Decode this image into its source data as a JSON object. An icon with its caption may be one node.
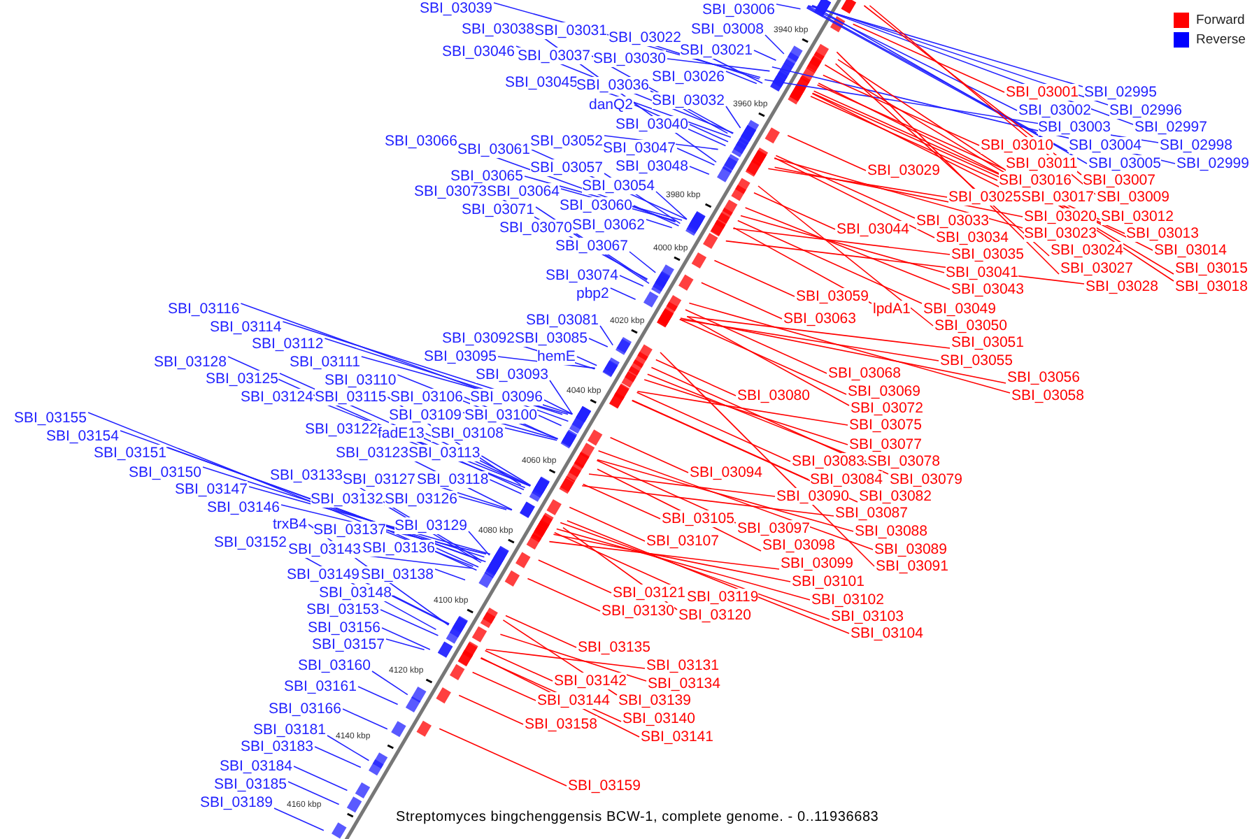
{
  "diagram": {
    "caption": "Streptomyces bingchenggensis BCW-1, complete genome. - 0..11936683",
    "nodes": [
      {
        "text": [
          "SBI_03039"
        ]
      },
      {
        "text": [
          "SBI_03038"
        ]
      },
      {
        "text": [
          "SBI_03031"
        ]
      },
      {
        "text": [
          "SBI_03022"
        ]
      },
      {
        "text": [
          "SBI_03006"
        ]
      },
      {
        "text": [
          "SBI_03008"
        ]
      },
      {
        "text": [
          "SBI_03021"
        ]
      },
      {
        "text": [
          "SBI_03046"
        ]
      },
      {
        "text": [
          "SBI_03037"
        ]
      },
      {
        "text": [
          "SBI_03030"
        ]
      },
      {
        "text": [
          "SBI_03026"
        ]
      },
      {
        "text": [
          "SBI_03045"
        ]
      },
      {
        "text": [
          "SBI_03036"
        ]
      },
      {
        "text": [
          "danQ2"
        ]
      },
      {
        "text": [
          "SBI_03032"
        ]
      },
      {
        "text": [
          "SBI_03040"
        ]
      },
      {
        "text": [
          "SBI_03066"
        ]
      },
      {
        "text": [
          "SBI_03061"
        ]
      },
      {
        "text": [
          "SBI_03052"
        ]
      },
      {
        "text": [
          "SBI_03047"
        ]
      },
      {
        "text": [
          "SBI_03048"
        ]
      },
      {
        "text": [
          "SBI_03057"
        ]
      },
      {
        "text": [
          "SBI_03065"
        ]
      },
      {
        "text": [
          "SBI_03054"
        ]
      },
      {
        "text": [
          "SBI_03073"
        ]
      },
      {
        "text": [
          "SBI_03064"
        ]
      },
      {
        "text": [
          "SBI_03060"
        ]
      },
      {
        "text": [
          "SBI_03071"
        ]
      },
      {
        "text": [
          "SBI_03062"
        ]
      },
      {
        "text": [
          "SBI_03070"
        ]
      },
      {
        "text": [
          "SBI_03067"
        ]
      },
      {
        "text": [
          "SBI_03074"
        ]
      },
      {
        "text": [
          "pbp2"
        ]
      },
      {
        "text": [
          "SBI_03081"
        ]
      },
      {
        "text": [
          "SBI_03092"
        ]
      },
      {
        "text": [
          "SBI_03085"
        ]
      },
      {
        "text": [
          "hemE"
        ]
      },
      {
        "text": [
          "SBI_03095"
        ]
      },
      {
        "text": [
          "SBI_03093"
        ]
      },
      {
        "text": [
          "SBI_03116"
        ]
      },
      {
        "text": [
          "SBI_03114"
        ]
      },
      {
        "text": [
          "SBI_03112"
        ]
      },
      {
        "text": [
          "SBI_03111"
        ]
      },
      {
        "text": [
          "SBI_03128"
        ]
      },
      {
        "text": [
          "SBI_03125"
        ]
      },
      {
        "text": [
          "SBI_03110"
        ]
      },
      {
        "text": [
          "SBI_03124"
        ]
      },
      {
        "text": [
          "SBI_03115"
        ]
      },
      {
        "text": [
          "SBI_03106"
        ]
      },
      {
        "text": [
          "SBI_03096"
        ]
      },
      {
        "text": [
          "SBI_03109"
        ]
      },
      {
        "text": [
          "SBI_03100"
        ]
      },
      {
        "text": [
          "SBI_03122"
        ]
      },
      {
        "text": [
          "fadE13"
        ]
      },
      {
        "text": [
          "SBI_03108"
        ]
      },
      {
        "text": [
          "SBI_03123"
        ]
      },
      {
        "text": [
          "SBI_03113"
        ]
      },
      {
        "text": [
          "SBI_03155"
        ]
      },
      {
        "text": [
          "SBI_03154"
        ]
      },
      {
        "text": [
          "SBI_03151"
        ]
      },
      {
        "text": [
          "SBI_03150"
        ]
      },
      {
        "text": [
          "SBI_03133"
        ]
      },
      {
        "text": [
          "SBI_03127"
        ]
      },
      {
        "text": [
          "SBI_03118"
        ]
      },
      {
        "text": [
          "SBI_03147"
        ]
      },
      {
        "text": [
          "SBI_03132"
        ]
      },
      {
        "text": [
          "SBI_03126"
        ]
      },
      {
        "text": [
          "SBI_03146"
        ]
      },
      {
        "text": [
          "trxB4"
        ]
      },
      {
        "text": [
          "SBI_03137"
        ]
      },
      {
        "text": [
          "SBI_03129"
        ]
      },
      {
        "text": [
          "SBI_03152"
        ]
      },
      {
        "text": [
          "SBI_03143"
        ]
      },
      {
        "text": [
          "SBI_03136"
        ]
      },
      {
        "text": [
          "SBI_03149"
        ]
      },
      {
        "text": [
          "SBI_03138"
        ]
      },
      {
        "text": [
          "SBI_03148"
        ]
      },
      {
        "text": [
          "SBI_03153"
        ]
      },
      {
        "text": [
          "SBI_03156"
        ]
      },
      {
        "text": [
          "SBI_03157"
        ]
      },
      {
        "text": [
          "SBI_03160"
        ]
      },
      {
        "text": [
          "SBI_03161"
        ]
      },
      {
        "text": [
          "SBI_03166"
        ]
      },
      {
        "text": [
          "SBI_03181"
        ]
      },
      {
        "text": [
          "SBI_03183"
        ]
      },
      {
        "text": [
          "SBI_03184"
        ]
      },
      {
        "text": [
          "SBI_03185"
        ]
      },
      {
        "text": [
          "SBI_03189"
        ]
      },
      {
        "text": [
          "SBI_02995"
        ]
      },
      {
        "text": [
          "SBI_02996"
        ]
      },
      {
        "text": [
          "SBI_02997"
        ]
      },
      {
        "text": [
          "SBI_02998"
        ]
      },
      {
        "text": [
          "SBI_02999"
        ]
      },
      {
        "text": [
          "SBI_03002"
        ]
      },
      {
        "text": [
          "SBI_03003"
        ]
      },
      {
        "text": [
          "SBI_03004"
        ]
      },
      {
        "text": [
          "SBI_03005"
        ]
      },
      {
        "text": [
          "SBI_03001"
        ]
      },
      {
        "text": [
          "SBI_03010"
        ]
      },
      {
        "text": [
          "SBI_03011"
        ]
      },
      {
        "text": [
          "SBI_03029"
        ]
      },
      {
        "text": [
          "SBI_03016"
        ]
      },
      {
        "text": [
          "SBI_03007"
        ]
      },
      {
        "text": [
          "SBI_03025"
        ]
      },
      {
        "text": [
          "SBI_03017"
        ]
      },
      {
        "text": [
          "SBI_03009"
        ]
      },
      {
        "text": [
          "SBI_03033"
        ]
      },
      {
        "text": [
          "SBI_03020"
        ]
      },
      {
        "text": [
          "SBI_03012"
        ]
      },
      {
        "text": [
          "SBI_03044"
        ]
      },
      {
        "text": [
          "SBI_03034"
        ]
      },
      {
        "text": [
          "SBI_03023"
        ]
      },
      {
        "text": [
          "SBI_03013"
        ]
      },
      {
        "text": [
          "SBI_03035"
        ]
      },
      {
        "text": [
          "SBI_03024"
        ]
      },
      {
        "text": [
          "SBI_03014"
        ]
      },
      {
        "text": [
          "SBI_03041"
        ]
      },
      {
        "text": [
          "SBI_03027"
        ]
      },
      {
        "text": [
          "SBI_03015"
        ]
      },
      {
        "text": [
          "SBI_03043"
        ]
      },
      {
        "text": [
          "SBI_03028"
        ]
      },
      {
        "text": [
          "SBI_03018"
        ]
      },
      {
        "text": [
          "SBI_03059"
        ]
      },
      {
        "text": [
          "lpdA1"
        ]
      },
      {
        "text": [
          "SBI_03049"
        ]
      },
      {
        "text": [
          "SBI_03063"
        ]
      },
      {
        "text": [
          "SBI_03050"
        ]
      },
      {
        "text": [
          "SBI_03051"
        ]
      },
      {
        "text": [
          "SBI_03055"
        ]
      },
      {
        "text": [
          "SBI_03056"
        ]
      },
      {
        "text": [
          "SBI_03058"
        ]
      },
      {
        "text": [
          "SBI_03068"
        ]
      },
      {
        "text": [
          "SBI_03069"
        ]
      },
      {
        "text": [
          "SBI_03080"
        ]
      },
      {
        "text": [
          "SBI_03072"
        ]
      },
      {
        "text": [
          "SBI_03075"
        ]
      },
      {
        "text": [
          "SBI_03077"
        ]
      },
      {
        "text": [
          "SBI_03083"
        ]
      },
      {
        "text": [
          "SBI_03078"
        ]
      },
      {
        "text": [
          "SBI_03094"
        ]
      },
      {
        "text": [
          "SBI_03084"
        ]
      },
      {
        "text": [
          "SBI_03079"
        ]
      },
      {
        "text": [
          "SBI_03090"
        ]
      },
      {
        "text": [
          "SBI_03082"
        ]
      },
      {
        "text": [
          "SBI_03087"
        ]
      },
      {
        "text": [
          "SBI_03105"
        ]
      },
      {
        "text": [
          "SBI_03097"
        ]
      },
      {
        "text": [
          "SBI_03088"
        ]
      },
      {
        "text": [
          "SBI_03098"
        ]
      },
      {
        "text": [
          "SBI_03089"
        ]
      },
      {
        "text": [
          "SBI_03107"
        ]
      },
      {
        "text": [
          "SBI_03099"
        ]
      },
      {
        "text": [
          "SBI_03091"
        ]
      },
      {
        "text": [
          "SBI_03101"
        ]
      },
      {
        "text": [
          "SBI_03121"
        ]
      },
      {
        "text": [
          "SBI_03119"
        ]
      },
      {
        "text": [
          "SBI_03102"
        ]
      },
      {
        "text": [
          "SBI_03130"
        ]
      },
      {
        "text": [
          "SBI_03120"
        ]
      },
      {
        "text": [
          "SBI_03103"
        ]
      },
      {
        "text": [
          "SBI_03104"
        ]
      },
      {
        "text": [
          "SBI_03135"
        ]
      },
      {
        "text": [
          "SBI_03131"
        ]
      },
      {
        "text": [
          "SBI_03134"
        ]
      },
      {
        "text": [
          "SBI_03142"
        ]
      },
      {
        "text": [
          "SBI_03144"
        ]
      },
      {
        "text": [
          "SBI_03139"
        ]
      },
      {
        "text": [
          "SBI_03140"
        ]
      },
      {
        "text": [
          "SBI_03158"
        ]
      },
      {
        "text": [
          "SBI_03141"
        ]
      },
      {
        "text": [
          "SBI_03159"
        ]
      }
    ],
    "edges": [
      {
        "from": 0,
        "to": null,
        "arrow": "none"
      },
      {
        "from": 1,
        "to": null,
        "arrow": "none"
      },
      {
        "from": 2,
        "to": null,
        "arrow": "none"
      },
      {
        "from": 3,
        "to": null,
        "arrow": "none"
      },
      {
        "from": 4,
        "to": null,
        "arrow": "none"
      },
      {
        "from": 5,
        "to": null,
        "arrow": "none"
      },
      {
        "from": 6,
        "to": null,
        "arrow": "none"
      },
      {
        "from": 7,
        "to": null,
        "arrow": "none"
      },
      {
        "from": 8,
        "to": null,
        "arrow": "none"
      },
      {
        "from": 9,
        "to": null,
        "arrow": "none"
      },
      {
        "from": 10,
        "to": null,
        "arrow": "none"
      },
      {
        "from": 11,
        "to": null,
        "arrow": "none"
      },
      {
        "from": 12,
        "to": null,
        "arrow": "none"
      },
      {
        "from": 13,
        "to": null,
        "arrow": "none"
      },
      {
        "from": 14,
        "to": null,
        "arrow": "none"
      },
      {
        "from": 15,
        "to": null,
        "arrow": "none"
      },
      {
        "from": 16,
        "to": null,
        "arrow": "none"
      },
      {
        "from": 17,
        "to": null,
        "arrow": "none"
      },
      {
        "from": 18,
        "to": null,
        "arrow": "none"
      },
      {
        "from": 19,
        "to": null,
        "arrow": "none"
      },
      {
        "from": 20,
        "to": null,
        "arrow": "none"
      },
      {
        "from": 21,
        "to": null,
        "arrow": "none"
      },
      {
        "from": 22,
        "to": null,
        "arrow": "none"
      },
      {
        "from": 23,
        "to": null,
        "arrow": "none"
      },
      {
        "from": 24,
        "to": null,
        "arrow": "none"
      },
      {
        "from": 25,
        "to": null,
        "arrow": "none"
      },
      {
        "from": 26,
        "to": null,
        "arrow": "none"
      },
      {
        "from": 27,
        "to": null,
        "arrow": "none"
      },
      {
        "from": 28,
        "to": null,
        "arrow": "none"
      },
      {
        "from": 29,
        "to": null,
        "arrow": "none"
      },
      {
        "from": 30,
        "to": null,
        "arrow": "none"
      },
      {
        "from": 31,
        "to": null,
        "arrow": "none"
      },
      {
        "from": 32,
        "to": null,
        "arrow": "none"
      },
      {
        "from": 33,
        "to": null,
        "arrow": "none"
      },
      {
        "from": 34,
        "to": null,
        "arrow": "none"
      },
      {
        "from": 35,
        "to": null,
        "arrow": "none"
      },
      {
        "from": 36,
        "to": null,
        "arrow": "none"
      },
      {
        "from": 37,
        "to": null,
        "arrow": "none"
      },
      {
        "from": 38,
        "to": null,
        "arrow": "none"
      },
      {
        "from": 39,
        "to": null,
        "arrow": "none"
      },
      {
        "from": 40,
        "to": null,
        "arrow": "none"
      },
      {
        "from": 41,
        "to": null,
        "arrow": "none"
      },
      {
        "from": 42,
        "to": null,
        "arrow": "none"
      },
      {
        "from": 43,
        "to": null,
        "arrow": "none"
      },
      {
        "from": 44,
        "to": null,
        "arrow": "none"
      },
      {
        "from": 45,
        "to": null,
        "arrow": "none"
      },
      {
        "from": 46,
        "to": null,
        "arrow": "none"
      },
      {
        "from": 47,
        "to": null,
        "arrow": "none"
      },
      {
        "from": 48,
        "to": null,
        "arrow": "none"
      },
      {
        "from": 49,
        "to": null,
        "arrow": "none"
      },
      {
        "from": 50,
        "to": null,
        "arrow": "none"
      },
      {
        "from": 51,
        "to": null,
        "arrow": "none"
      },
      {
        "from": 52,
        "to": null,
        "arrow": "none"
      },
      {
        "from": 53,
        "to": null,
        "arrow": "none"
      },
      {
        "from": 54,
        "to": null,
        "arrow": "none"
      },
      {
        "from": 55,
        "to": null,
        "arrow": "none"
      },
      {
        "from": 56,
        "to": null,
        "arrow": "none"
      },
      {
        "from": 57,
        "to": null,
        "arrow": "none"
      },
      {
        "from": 58,
        "to": null,
        "arrow": "none"
      },
      {
        "from": 59,
        "to": null,
        "arrow": "none"
      },
      {
        "from": 60,
        "to": null,
        "arrow": "none"
      },
      {
        "from": 61,
        "to": null,
        "arrow": "none"
      },
      {
        "from": 62,
        "to": null,
        "arrow": "none"
      },
      {
        "from": 63,
        "to": null,
        "arrow": "none"
      },
      {
        "from": 64,
        "to": null,
        "arrow": "none"
      },
      {
        "from": 65,
        "to": null,
        "arrow": "none"
      },
      {
        "from": 66,
        "to": null,
        "arrow": "none"
      },
      {
        "from": 67,
        "to": null,
        "arrow": "none"
      },
      {
        "from": 68,
        "to": null,
        "arrow": "none"
      },
      {
        "from": 69,
        "to": null,
        "arrow": "none"
      },
      {
        "from": 70,
        "to": null,
        "arrow": "none"
      },
      {
        "from": 71,
        "to": null,
        "arrow": "none"
      },
      {
        "from": 72,
        "to": null,
        "arrow": "none"
      },
      {
        "from": 73,
        "to": null,
        "arrow": "none"
      },
      {
        "from": 74,
        "to": null,
        "arrow": "none"
      },
      {
        "from": 75,
        "to": null,
        "arrow": "none"
      },
      {
        "from": 76,
        "to": null,
        "arrow": "none"
      },
      {
        "from": 77,
        "to": null,
        "arrow": "none"
      },
      {
        "from": 78,
        "to": null,
        "arrow": "none"
      },
      {
        "from": 79,
        "to": null,
        "arrow": "none"
      },
      {
        "from": 80,
        "to": null,
        "arrow": "none"
      },
      {
        "from": 81,
        "to": null,
        "arrow": "none"
      },
      {
        "from": 82,
        "to": null,
        "arrow": "none"
      },
      {
        "from": 83,
        "to": null,
        "arrow": "none"
      },
      {
        "from": 84,
        "to": null,
        "arrow": "none"
      },
      {
        "from": 85,
        "to": null,
        "arrow": "none"
      },
      {
        "from": 86,
        "to": null,
        "arrow": "none"
      },
      {
        "from": 87,
        "to": null,
        "arrow": "none"
      },
      {
        "from": 88,
        "to": null,
        "arrow": "none"
      },
      {
        "from": 89,
        "to": null,
        "arrow": "none"
      },
      {
        "from": 90,
        "to": null,
        "arrow": "none"
      },
      {
        "from": 91,
        "to": null,
        "arrow": "none"
      },
      {
        "from": 92,
        "to": null,
        "arrow": "none"
      },
      {
        "from": 93,
        "to": null,
        "arrow": "none"
      },
      {
        "from": 94,
        "to": null,
        "arrow": "none"
      },
      {
        "from": 95,
        "to": null,
        "arrow": "none"
      },
      {
        "from": 96,
        "to": null,
        "arrow": "none"
      },
      {
        "from": 97,
        "to": null,
        "arrow": "none",
        "color": "#ff0000"
      },
      {
        "from": 98,
        "to": null,
        "arrow": "none",
        "color": "#ff0000"
      },
      {
        "from": 99,
        "to": null,
        "arrow": "none",
        "color": "#ff0000"
      },
      {
        "from": 100,
        "to": null,
        "arrow": "none",
        "color": "#ff0000"
      },
      {
        "from": 101,
        "to": null,
        "arrow": "none",
        "color": "#ff0000"
      },
      {
        "from": 102,
        "to": null,
        "arrow": "none",
        "color": "#ff0000"
      },
      {
        "from": 103,
        "to": null,
        "arrow": "none",
        "color": "#ff0000"
      },
      {
        "from": 104,
        "to": null,
        "arrow": "none",
        "color": "#ff0000"
      },
      {
        "from": 105,
        "to": null,
        "arrow": "none",
        "color": "#ff0000"
      },
      {
        "from": 106,
        "to": null,
        "arrow": "none",
        "color": "#ff0000"
      },
      {
        "from": 107,
        "to": null,
        "arrow": "none",
        "color": "#ff0000"
      },
      {
        "from": 108,
        "to": null,
        "arrow": "none",
        "color": "#ff0000"
      },
      {
        "from": 109,
        "to": null,
        "arrow": "none",
        "color": "#ff0000"
      },
      {
        "from": 110,
        "to": null,
        "arrow": "none",
        "color": "#ff0000"
      },
      {
        "from": 111,
        "to": null,
        "arrow": "none",
        "color": "#ff0000"
      },
      {
        "from": 112,
        "to": null,
        "arrow": "none",
        "color": "#ff0000"
      },
      {
        "from": 113,
        "to": null,
        "arrow": "none",
        "color": "#ff0000"
      },
      {
        "from": 114,
        "to": null,
        "arrow": "none",
        "color": "#ff0000"
      },
      {
        "from": 115,
        "to": null,
        "arrow": "none",
        "color": "#ff0000"
      },
      {
        "from": 116,
        "to": null,
        "arrow": "none",
        "color": "#ff0000"
      },
      {
        "from": 117,
        "to": null,
        "arrow": "none",
        "color": "#ff0000"
      },
      {
        "from": 118,
        "to": null,
        "arrow": "none",
        "color": "#ff0000"
      },
      {
        "from": 119,
        "to": null,
        "arrow": "none",
        "color": "#ff0000"
      },
      {
        "from": 120,
        "to": null,
        "arrow": "none",
        "color": "#ff0000"
      },
      {
        "from": 121,
        "to": null,
        "arrow": "none",
        "color": "#ff0000"
      },
      {
        "from": 122,
        "to": null,
        "arrow": "none",
        "color": "#ff0000"
      },
      {
        "from": 123,
        "to": null,
        "arrow": "none",
        "color": "#ff0000"
      },
      {
        "from": 124,
        "to": null,
        "arrow": "none",
        "color": "#ff0000"
      },
      {
        "from": 125,
        "to": null,
        "arrow": "none",
        "color": "#ff0000"
      },
      {
        "from": 126,
        "to": null,
        "arrow": "none",
        "color": "#ff0000"
      },
      {
        "from": 127,
        "to": null,
        "arrow": "none",
        "color": "#ff0000"
      },
      {
        "from": 128,
        "to": null,
        "arrow": "none",
        "color": "#ff0000"
      },
      {
        "from": 129,
        "to": null,
        "arrow": "none",
        "color": "#ff0000"
      },
      {
        "from": 130,
        "to": null,
        "arrow": "none",
        "color": "#ff0000"
      },
      {
        "from": 131,
        "to": null,
        "arrow": "none",
        "color": "#ff0000"
      },
      {
        "from": 132,
        "to": null,
        "arrow": "none",
        "color": "#ff0000"
      },
      {
        "from": 133,
        "to": null,
        "arrow": "none",
        "color": "#ff0000"
      },
      {
        "from": 134,
        "to": null,
        "arrow": "none",
        "color": "#ff0000"
      },
      {
        "from": 135,
        "to": null,
        "arrow": "none",
        "color": "#ff0000"
      },
      {
        "from": 136,
        "to": null,
        "arrow": "none",
        "color": "#ff0000"
      },
      {
        "from": 137,
        "to": null,
        "arrow": "none",
        "color": "#ff0000"
      },
      {
        "from": 138,
        "to": null,
        "arrow": "none",
        "color": "#ff0000"
      },
      {
        "from": 139,
        "to": null,
        "arrow": "none",
        "color": "#ff0000"
      },
      {
        "from": 140,
        "to": null,
        "arrow": "none",
        "color": "#ff0000"
      },
      {
        "from": 141,
        "to": null,
        "arrow": "none",
        "color": "#ff0000"
      },
      {
        "from": 142,
        "to": null,
        "arrow": "none",
        "color": "#ff0000"
      },
      {
        "from": 143,
        "to": null,
        "arrow": "none",
        "color": "#ff0000"
      },
      {
        "from": 144,
        "to": null,
        "arrow": "none",
        "color": "#ff0000"
      },
      {
        "from": 145,
        "to": null,
        "arrow": "none",
        "color": "#ff0000"
      },
      {
        "from": 146,
        "to": null,
        "arrow": "none",
        "color": "#ff0000"
      },
      {
        "from": 147,
        "to": null,
        "arrow": "none",
        "color": "#ff0000"
      },
      {
        "from": 148,
        "to": null,
        "arrow": "none",
        "color": "#ff0000"
      },
      {
        "from": 149,
        "to": null,
        "arrow": "none",
        "color": "#ff0000"
      },
      {
        "from": 150,
        "to": null,
        "arrow": "none",
        "color": "#ff0000"
      },
      {
        "from": 151,
        "to": null,
        "arrow": "none",
        "color": "#ff0000"
      },
      {
        "from": 152,
        "to": null,
        "arrow": "none",
        "color": "#ff0000"
      },
      {
        "from": 153,
        "to": null,
        "arrow": "none",
        "color": "#ff0000"
      },
      {
        "from": 154,
        "to": null,
        "arrow": "none",
        "color": "#ff0000"
      },
      {
        "from": 155,
        "to": null,
        "arrow": "none",
        "color": "#ff0000"
      },
      {
        "from": 156,
        "to": null,
        "arrow": "none",
        "color": "#ff0000"
      },
      {
        "from": 157,
        "to": null,
        "arrow": "none",
        "color": "#ff0000"
      },
      {
        "from": 158,
        "to": null,
        "arrow": "none",
        "color": "#ff0000"
      },
      {
        "from": 159,
        "to": null,
        "arrow": "none",
        "color": "#ff0000"
      },
      {
        "from": 160,
        "to": null,
        "arrow": "none",
        "color": "#ff0000"
      },
      {
        "from": 161,
        "to": null,
        "arrow": "none",
        "color": "#ff0000"
      },
      {
        "from": 162,
        "to": null,
        "arrow": "none",
        "color": "#ff0000"
      },
      {
        "from": 163,
        "to": null,
        "arrow": "none",
        "color": "#ff0000"
      },
      {
        "from": 164,
        "to": null,
        "arrow": "none",
        "color": "#ff0000"
      },
      {
        "from": 165,
        "to": null,
        "arrow": "none",
        "color": "#ff0000"
      },
      {
        "from": 166,
        "to": null,
        "arrow": "none",
        "color": "#ff0000"
      },
      {
        "from": 167,
        "to": null,
        "arrow": "none",
        "color": "#ff0000"
      },
      {
        "from": 168,
        "to": null,
        "arrow": "none",
        "color": "#ff0000"
      },
      {
        "from": 169,
        "to": null,
        "arrow": "none",
        "color": "#ff0000"
      },
      {
        "from": 170,
        "to": null,
        "arrow": "none",
        "color": "#ff0000"
      }
    ],
    "labels": [
      "3940 kbp",
      "3960 kbp",
      "3980 kbp",
      "4000 kbp",
      "4020 kbp",
      "4040 kbp",
      "4060 kbp",
      "4080 kbp",
      "4100 kbp",
      "4120 kbp",
      "4140 kbp",
      "4160 kbp"
    ],
    "legend": [
      {
        "text": "Forward",
        "color": "#ff0000"
      },
      {
        "text": "Reverse",
        "color": "#0000ff"
      }
    ]
  }
}
